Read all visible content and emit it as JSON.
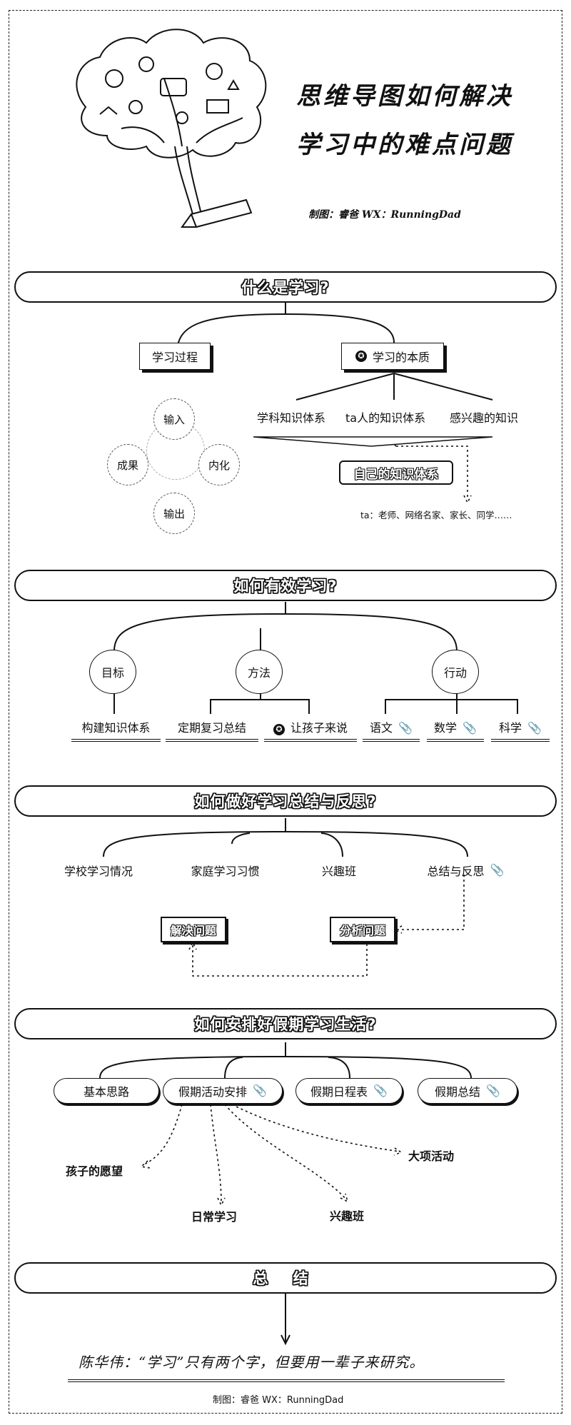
{
  "header": {
    "title_line1": "思维导图如何解决",
    "title_line2": "学习中的难点问题",
    "credit": "制图：睿爸    WX：RunningDad"
  },
  "sections": [
    {
      "banner": "什么是学习?",
      "process": {
        "label": "学习过程",
        "cycle": [
          "输入",
          "内化",
          "输出",
          "成果"
        ]
      },
      "essence": {
        "label": "学习的本质",
        "branches": [
          "学科知识体系",
          "ta人的知识体系",
          "感兴趣的知识"
        ],
        "result": "自己的知识体系",
        "note": "ta：老师、网络名家、家长、同学……"
      }
    },
    {
      "banner": "如何有效学习?",
      "topics": [
        {
          "label": "目标",
          "items": [
            "构建知识体系"
          ]
        },
        {
          "label": "方法",
          "items": [
            "定期复习总结",
            "让孩子来说"
          ]
        },
        {
          "label": "行动",
          "items": [
            "语文",
            "数学",
            "科学"
          ]
        }
      ]
    },
    {
      "banner": "如何做好学习总结与反思?",
      "items": [
        "学校学习情况",
        "家庭学习习惯",
        "兴趣班",
        "总结与反思"
      ],
      "analyze": "分析问题",
      "solve": "解决问题"
    },
    {
      "banner": "如何安排好假期学习生活?",
      "items": [
        "基本思路",
        "假期活动安排",
        "假期日程表",
        "假期总结"
      ],
      "activities": [
        "孩子的愿望",
        "日常学习",
        "兴趣班",
        "大项活动"
      ]
    },
    {
      "banner": "总  结",
      "quote": "陈华伟：“学习”只有两个字，但要用一辈子来研究。"
    }
  ],
  "footer": {
    "credit": "制图：睿爸    WX：RunningDad"
  },
  "icons": {
    "attachment": "paperclip-icon",
    "starred": "star-badge-icon",
    "illustration": "brain-tree-pencil-icon"
  },
  "colors": {
    "ink": "#111111",
    "background": "#ffffff"
  }
}
